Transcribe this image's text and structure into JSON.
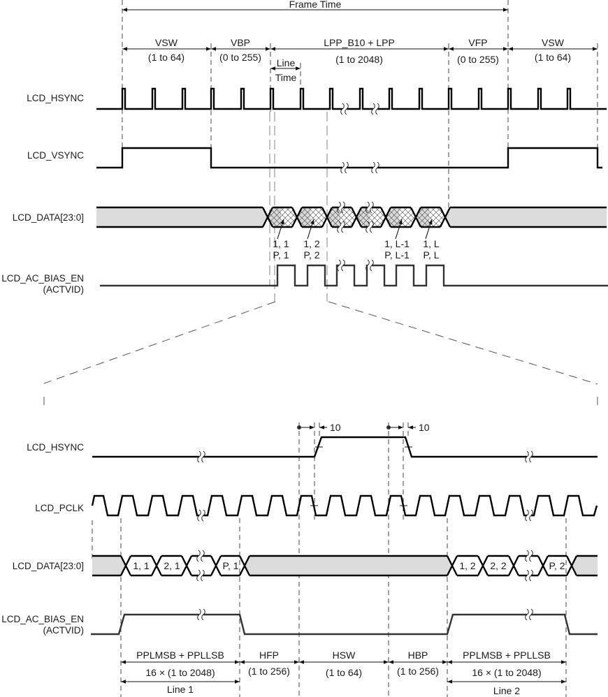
{
  "figure": {
    "type": "lcd-raster-timing-diagram",
    "colors": {
      "signal": "#000000",
      "bus_fill": "#dcdcdc",
      "dashed": "#444444",
      "guide": "#9a9a9a"
    }
  },
  "top": {
    "frame_time": "Frame Time",
    "segments": [
      {
        "label": "VSW",
        "range": "(1 to 64)"
      },
      {
        "label": "VBP",
        "range": "(0 to 255)"
      },
      {
        "label": "LPP_B10 + LPP",
        "range": "(1 to 2048)"
      },
      {
        "label": "VFP",
        "range": "(0 to 255)"
      },
      {
        "label": "VSW",
        "range": "(1 to 64)"
      }
    ],
    "line_time": {
      "line1": "Line",
      "line2": "Time"
    },
    "signals": {
      "hsync": "LCD_HSYNC",
      "vsync": "LCD_VSYNC",
      "data": "LCD_DATA[23:0]",
      "ac_bias": "LCD_AC_BIAS_EN",
      "ac_bias_alt": "(ACTVID)"
    },
    "data_labels": [
      {
        "line1": "1, 1",
        "line2": "P, 1"
      },
      {
        "line1": "1, 2",
        "line2": "P, 2"
      },
      {
        "line1": "1, L-1",
        "line2": "P, L-1"
      },
      {
        "line1": "1, L",
        "line2": "P, L"
      }
    ]
  },
  "bottom": {
    "signals": {
      "hsync": "LCD_HSYNC",
      "pclk": "LCD_PCLK",
      "data": "LCD_DATA[23:0]",
      "ac_bias": "LCD_AC_BIAS_EN",
      "ac_bias_alt": "(ACTVID)"
    },
    "delays": [
      "10",
      "10"
    ],
    "data_cells": [
      "1, 1",
      "2, 1",
      "P, 1",
      "1, 2",
      "2, 2",
      "P, 2"
    ],
    "segments": [
      {
        "label": "PPLMSB + PPLLSB",
        "range": "16 × (1 to 2048)"
      },
      {
        "label": "HFP",
        "range": "(1 to 256)"
      },
      {
        "label": "HSW",
        "range": "(1 to 64)"
      },
      {
        "label": "HBP",
        "range": "(1 to 256)"
      },
      {
        "label": "PPLMSB + PPLLSB",
        "range": "16 × (1 to 2048)"
      }
    ],
    "lines": [
      "Line 1",
      "Line 2"
    ]
  }
}
